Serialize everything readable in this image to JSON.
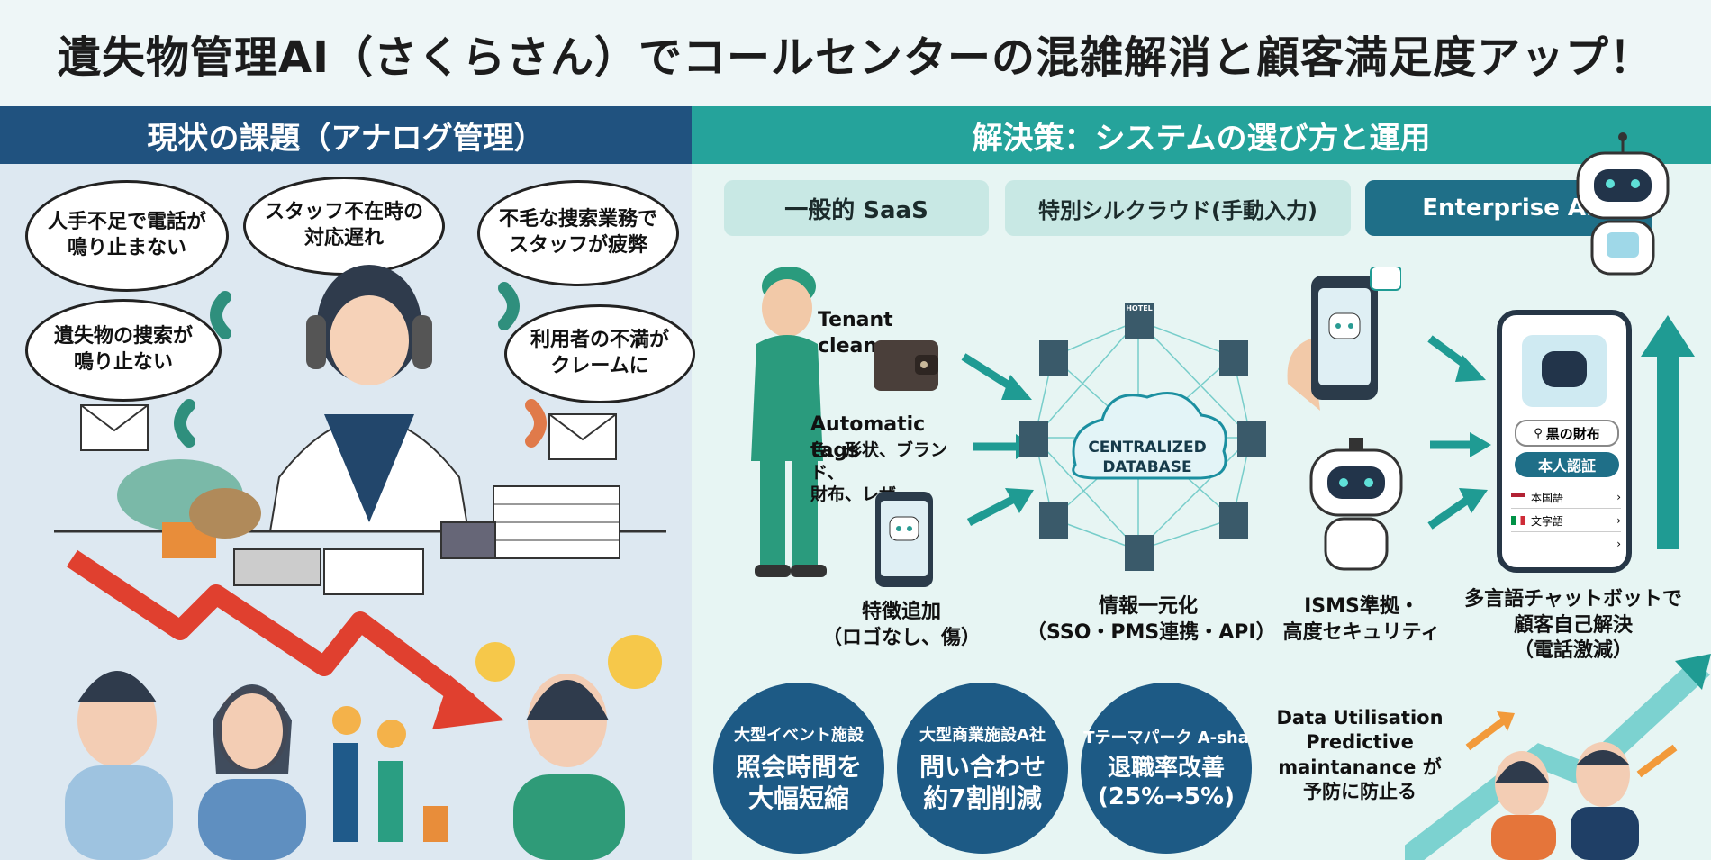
{
  "title": "遺失物管理AI（さくらさん）でコールセンターの混雑解消と顧客満足度アップ！",
  "left": {
    "header": "現状の課題（アナログ管理）",
    "bubbles": [
      "人手不足で電話が\n鳴り止まない",
      "スタッフ不在時の\n対応遅れ",
      "不毛な捜索業務で\nスタッフが疲弊",
      "遺失物の捜索が\n鳴り止ない",
      "利用者の不満が\nクレームに"
    ]
  },
  "right": {
    "header": "解決策：システムの選び方と運用",
    "tabs": [
      "一般的 SaaS",
      "特別シルクラウド(手動入力)",
      "Enterprise AI"
    ],
    "tenant_cleaner": "Tenant cleaner",
    "auto_tags_title": "Automatic tags",
    "auto_tags_body": "色、形状、ブランド、\n財布、レザー",
    "feature_add": "特徴追加\n（ロゴなし、傷）",
    "db_label": "CENTRALIZED\nDATABASE",
    "hotel_label": "HOTEL",
    "info_unify": "情報一元化\n（SSO・PMS連携・API）",
    "isms": "ISMS準拠・\n高度セキュリティ",
    "chatbot": "多言語チャットボットで\n顧客自己解決\n（電話激減）",
    "phone_search": "黒の財布",
    "phone_auth": "本人認証",
    "phone_lang1": "本国語",
    "phone_lang2": "文字語",
    "cases": [
      {
        "org": "大型イベント施設",
        "result": "照会時間を\n大幅短縮"
      },
      {
        "org": "大型商業施設A社",
        "result": "問い合わせ\n約7割削減"
      },
      {
        "org": "Tテーマパーク A-sha",
        "result": "退職率改善\n(25%→5%)"
      }
    ],
    "predictive": "Data Utilisation\nPredictive\nmaintanance が\n予防に防止る"
  },
  "colors": {
    "left_header": "#20527f",
    "right_header": "#25a39b",
    "case_circle": "#1d5a85",
    "arrow_red": "#e0402f",
    "teal": "#1f9b93"
  }
}
